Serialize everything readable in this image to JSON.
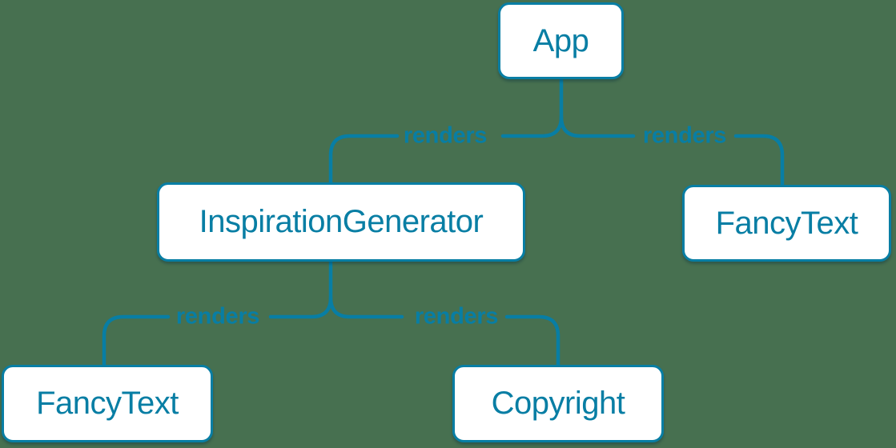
{
  "colors": {
    "background": "#477050",
    "accent": "#087ea4",
    "node_fill": "#ffffff"
  },
  "nodes": [
    {
      "id": "app",
      "label": "App"
    },
    {
      "id": "inspiration-generator",
      "label": "InspirationGenerator"
    },
    {
      "id": "fancy-text-top",
      "label": "FancyText"
    },
    {
      "id": "fancy-text-bottom",
      "label": "FancyText"
    },
    {
      "id": "copyright",
      "label": "Copyright"
    }
  ],
  "edges": [
    {
      "from": "App",
      "to": "InspirationGenerator",
      "label": "renders"
    },
    {
      "from": "App",
      "to": "FancyText",
      "label": "renders"
    },
    {
      "from": "InspirationGenerator",
      "to": "FancyText",
      "label": "renders"
    },
    {
      "from": "InspirationGenerator",
      "to": "Copyright",
      "label": "renders"
    }
  ]
}
